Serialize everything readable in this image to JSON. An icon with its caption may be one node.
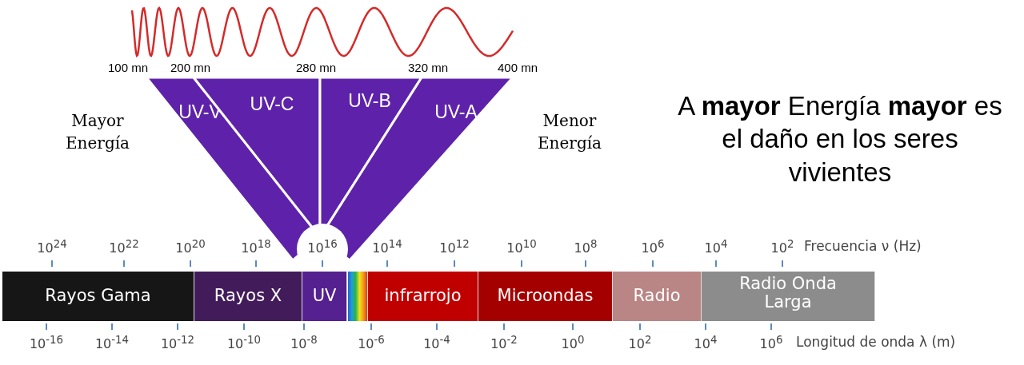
{
  "diagram": {
    "nodes": [
      {
        "text": [
          "Rayos Gama"
        ]
      },
      {
        "text": [
          "Rayos X"
        ]
      },
      {
        "text": [
          "UV"
        ]
      },
      {
        "text": [],
        "shape": "bar"
      },
      {
        "text": [
          "infrarrojo"
        ]
      },
      {
        "text": [
          "Microondas"
        ]
      },
      {
        "text": [
          "Radio"
        ]
      },
      {
        "text": [
          "Radio Onda Larga"
        ]
      },
      {
        "text": [
          "UV-V"
        ]
      },
      {
        "text": [
          "UV-C"
        ]
      },
      {
        "text": [
          "UV-B"
        ]
      },
      {
        "text": [
          "UV-A"
        ]
      }
    ],
    "labels": [
      "100 mn",
      "200 mn",
      "280 mn",
      "320 mn",
      "400 mn",
      "Mayor Energía",
      "Menor Energía",
      "A **mayor** Energía **mayor** es el daño en los seres vivientes",
      "10$^{24}$",
      "10$^{22}$",
      "10$^{20}$",
      "10$^{18}$",
      "10$^{16}$",
      "10$^{14}$",
      "10$^{12}$",
      "10$^{10}$",
      "10$^{8}$",
      "10$^{6}$",
      "10$^{4}$",
      "10$^{2}$",
      "Frecuencia ν (Hz)",
      "10$^{-16}$",
      "10$^{-14}$",
      "10$^{-12}$",
      "10$^{-10}$",
      "10$^{-8}$",
      "10$^{-6}$",
      "10$^{-4}$",
      "10$^{-2}$",
      "10$^{0}$",
      "10$^{2}$",
      "10$^{4}$",
      "10$^{6}$",
      "Longitud de onda λ (m)"
    ]
  }
}
